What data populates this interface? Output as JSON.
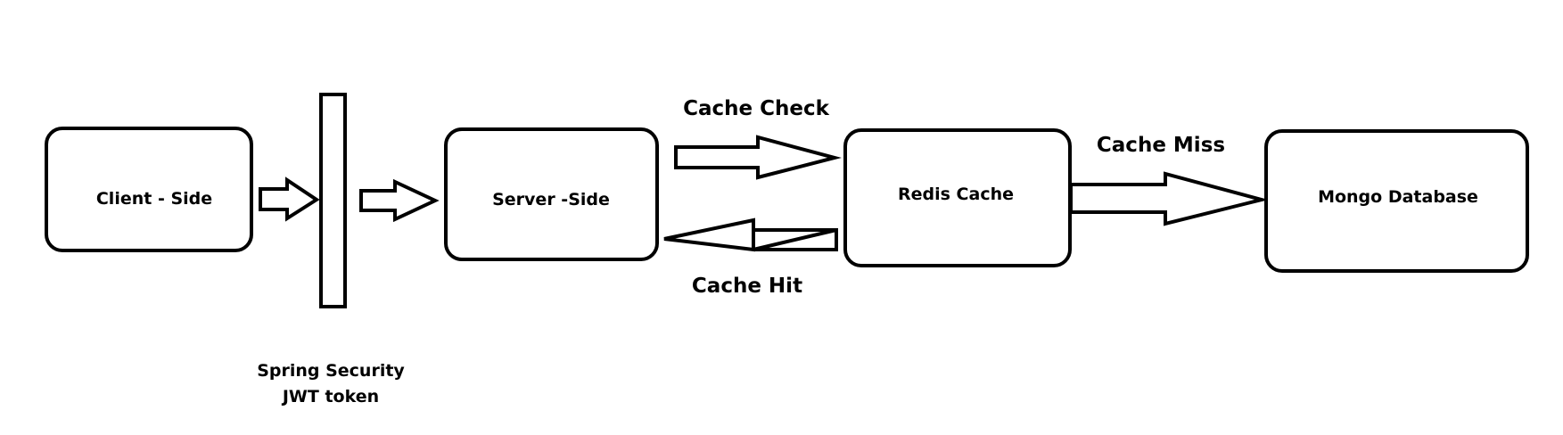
{
  "nodes": {
    "client": {
      "label": "Client - Side"
    },
    "server": {
      "label": "Server -Side"
    },
    "redis": {
      "label": "Redis Cache"
    },
    "mongo": {
      "label": "Mongo Database"
    }
  },
  "security": {
    "line1": "Spring Security",
    "line2": "JWT token"
  },
  "edges": {
    "cache_check": "Cache Check",
    "cache_hit": "Cache Hit",
    "cache_miss": "Cache Miss"
  }
}
